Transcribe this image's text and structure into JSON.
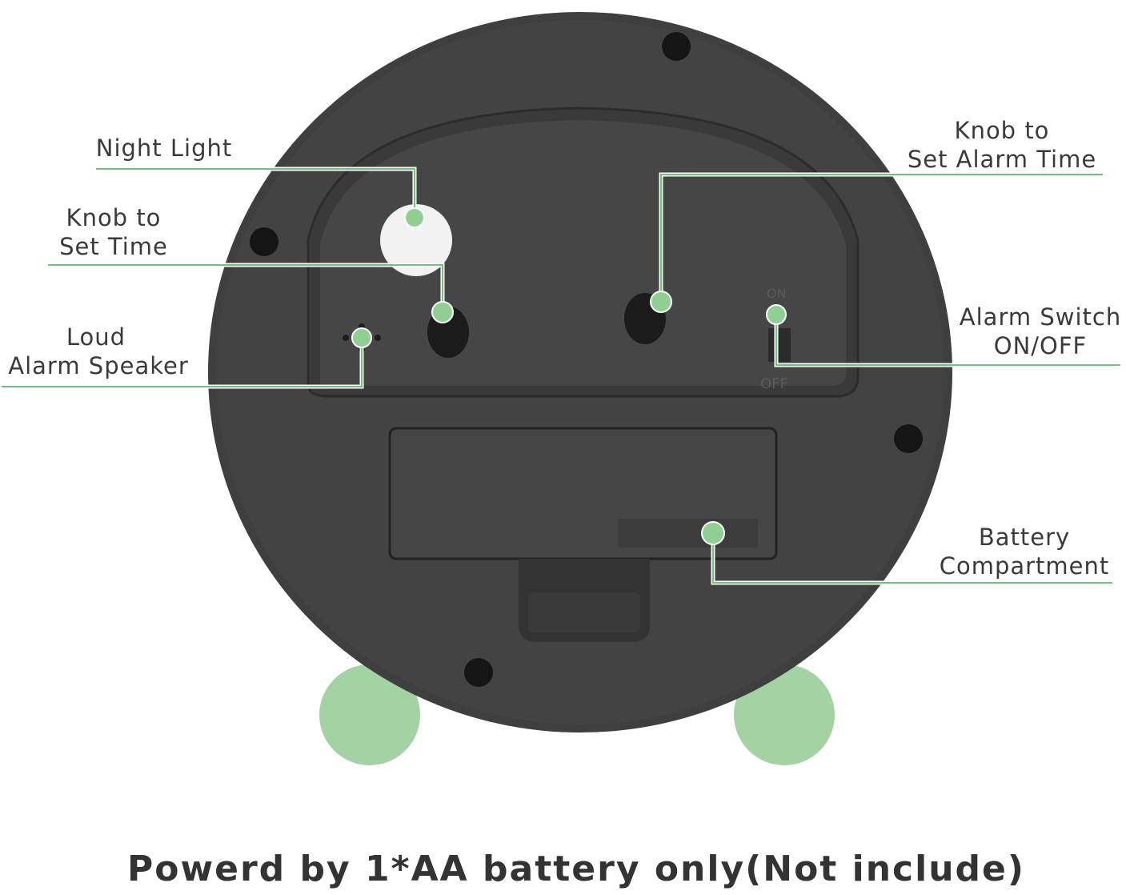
{
  "labels": {
    "night_light": "Night Light",
    "set_time_1": "Knob to",
    "set_time_2": "Set Time",
    "speaker_1": "Loud",
    "speaker_2": "Alarm Speaker",
    "alarm_time_1": "Knob to",
    "alarm_time_2": "Set Alarm Time",
    "alarm_switch_1": "Alarm Switch",
    "alarm_switch_2": "ON/OFF",
    "battery_1": "Battery",
    "battery_2": "Compartment"
  },
  "switch_marks": {
    "on": "ON",
    "off": "OFF"
  },
  "caption": "Powerd by 1*AA battery only(Not include)",
  "colors": {
    "accent": "#8fcf94",
    "body": "#3f3f3f",
    "feet": "#a3d3a3"
  }
}
